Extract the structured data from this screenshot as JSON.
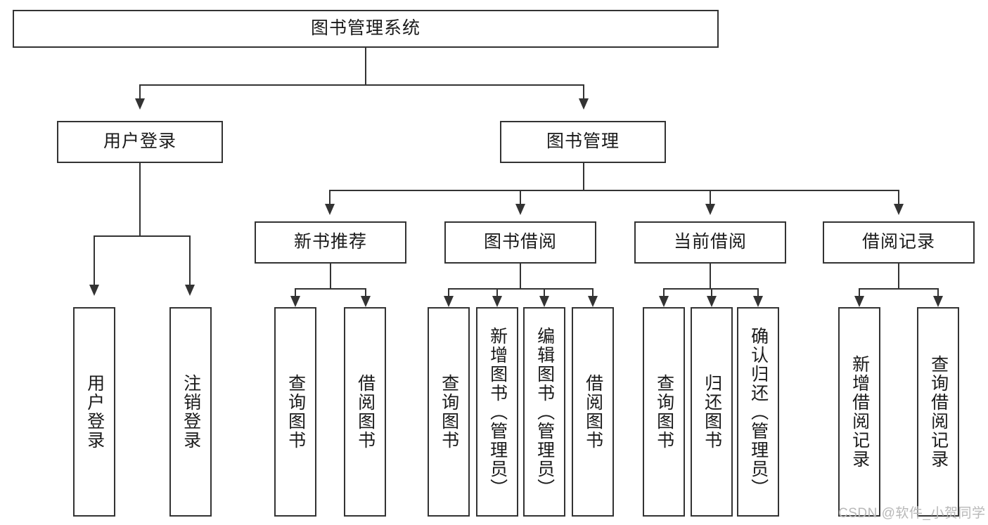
{
  "diagram": {
    "title_node": {
      "label": "图书管理系统"
    },
    "level2": [
      {
        "id": "user-login",
        "label": "用户登录"
      },
      {
        "id": "book-management",
        "label": "图书管理"
      }
    ],
    "level3": [
      {
        "id": "new-book-recommend",
        "label": "新书推荐"
      },
      {
        "id": "book-borrow",
        "label": "图书借阅"
      },
      {
        "id": "current-borrow",
        "label": "当前借阅"
      },
      {
        "id": "borrow-record",
        "label": "借阅记录"
      }
    ],
    "leaves": {
      "user_login": [
        {
          "id": "leaf-user-login",
          "label": "用户登录"
        },
        {
          "id": "leaf-logout-login",
          "label": "注销登录"
        }
      ],
      "new_book_recommend": [
        {
          "id": "leaf-query-book-1",
          "label": "查询图书"
        },
        {
          "id": "leaf-borrow-book-1",
          "label": "借阅图书"
        }
      ],
      "book_borrow": [
        {
          "id": "leaf-query-book-2",
          "label": "查询图书"
        },
        {
          "id": "leaf-add-book",
          "label": "新增图书（管理员）"
        },
        {
          "id": "leaf-edit-book",
          "label": "编辑图书（管理员）"
        },
        {
          "id": "leaf-borrow-book-2",
          "label": "借阅图书"
        }
      ],
      "current_borrow": [
        {
          "id": "leaf-query-book-3",
          "label": "查询图书"
        },
        {
          "id": "leaf-return-book",
          "label": "归还图书"
        },
        {
          "id": "leaf-confirm-return",
          "label": "确认归还（管理员）"
        }
      ],
      "borrow_record": [
        {
          "id": "leaf-add-record",
          "label": "新增借阅记录"
        },
        {
          "id": "leaf-query-record",
          "label": "查询借阅记录"
        }
      ]
    }
  },
  "watermark": {
    "text": "CSDN @软件_小贺同学"
  },
  "colors": {
    "stroke": "#333333",
    "background": "#ffffff",
    "text": "#1a1a1a",
    "watermark": "#b8b8b8"
  }
}
